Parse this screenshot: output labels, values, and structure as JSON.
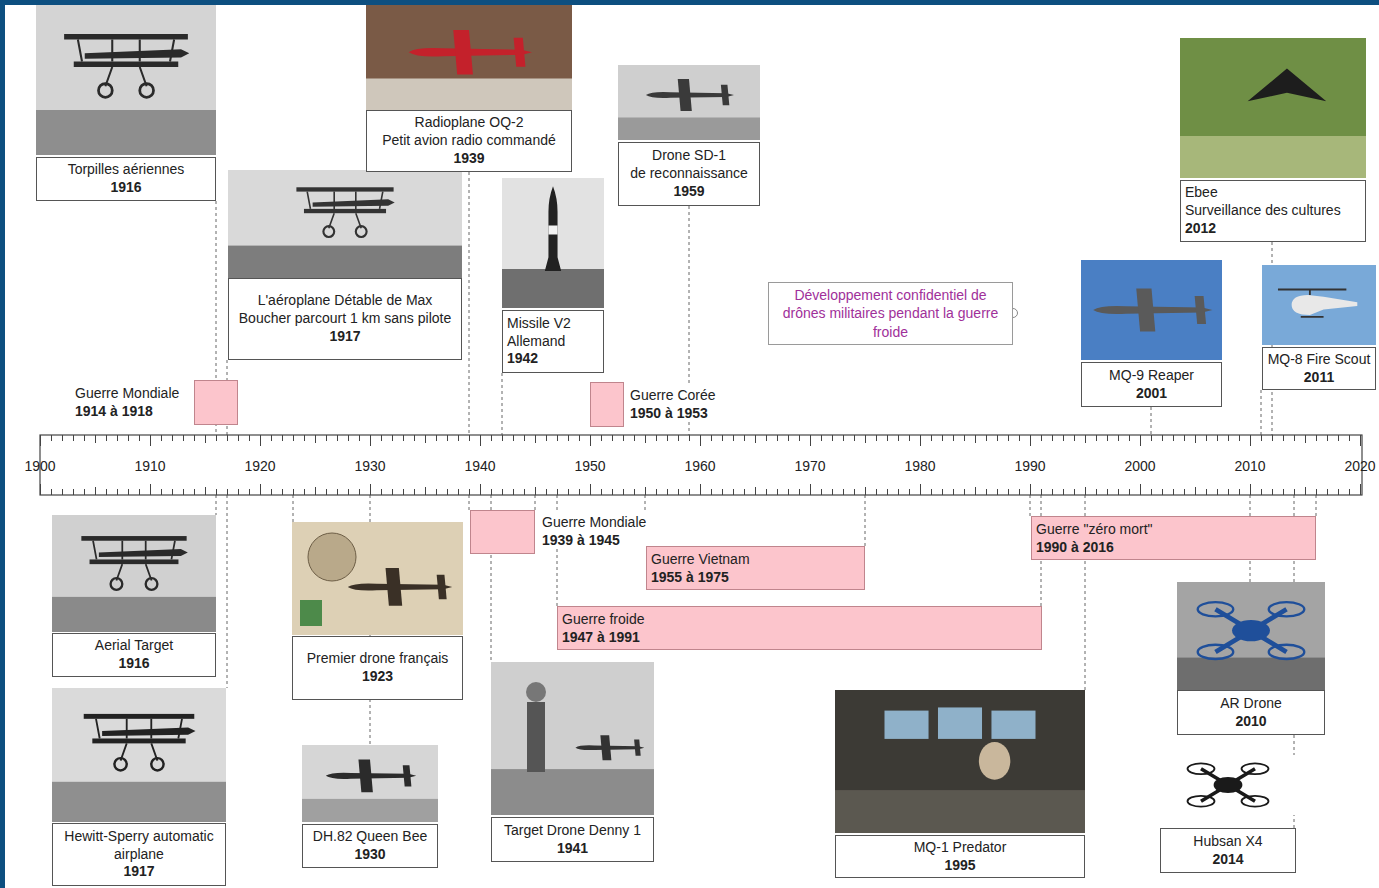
{
  "diagram": {
    "nodes": [
      {
        "text": [
          "Torpilles aériennes",
          "1916"
        ]
      },
      {
        "text": [
          "L'aéroplane Détable de Max Boucher parcourt 1 km sans pilote",
          "1917"
        ]
      },
      {
        "text": [
          "Radioplane OQ-2",
          "Petit avion radio commandé",
          "1939"
        ]
      },
      {
        "text": [
          "Missile V2 Allemand",
          "1942"
        ]
      },
      {
        "text": [
          "Drone SD-1",
          "de reconnaissance",
          "1959"
        ]
      },
      {
        "text": [
          "Développement confidentiel de drônes militaires pendant la guerre froide"
        ]
      },
      {
        "text": [
          "MQ-9 Reaper",
          "2001"
        ]
      },
      {
        "text": [
          "Ebee",
          "Surveillance des cultures",
          "2012"
        ]
      },
      {
        "text": [
          "MQ-8 Fire Scout",
          "2011"
        ]
      },
      {
        "text": [
          "Guerre Mondiale",
          "1914 à 1918"
        ]
      },
      {
        "text": [
          "Guerre Corée",
          "1950 à 1953"
        ]
      },
      {
        "text": [
          "Guerre Mondiale",
          "1939 à 1945"
        ]
      },
      {
        "text": [
          "Guerre Vietnam",
          "1955 à 1975"
        ]
      },
      {
        "text": [
          "Guerre froide",
          "1947 à 1991"
        ]
      },
      {
        "text": [
          "Guerre \"zéro mort\"",
          "1990 à 2016"
        ]
      },
      {
        "text": [
          "Aerial Target",
          "1916"
        ]
      },
      {
        "text": [
          "Hewitt-Sperry automatic airplane",
          "1917"
        ]
      },
      {
        "text": [
          "Premier drone français",
          "1923"
        ]
      },
      {
        "text": [
          "DH.82 Queen Bee",
          "1930"
        ]
      },
      {
        "text": [
          "Target Drone Denny 1",
          "1941"
        ]
      },
      {
        "text": [
          "MQ-1 Predator",
          "1995"
        ]
      },
      {
        "text": [
          "AR Drone",
          "2010"
        ]
      },
      {
        "text": [
          "Hubsan X4",
          "2014"
        ]
      }
    ],
    "labels": [
      "1900",
      "1910",
      "1920",
      "1930",
      "1940",
      "1950",
      "1960",
      "1970",
      "1980",
      "1990",
      "2000",
      "2010",
      "2020"
    ]
  }
}
